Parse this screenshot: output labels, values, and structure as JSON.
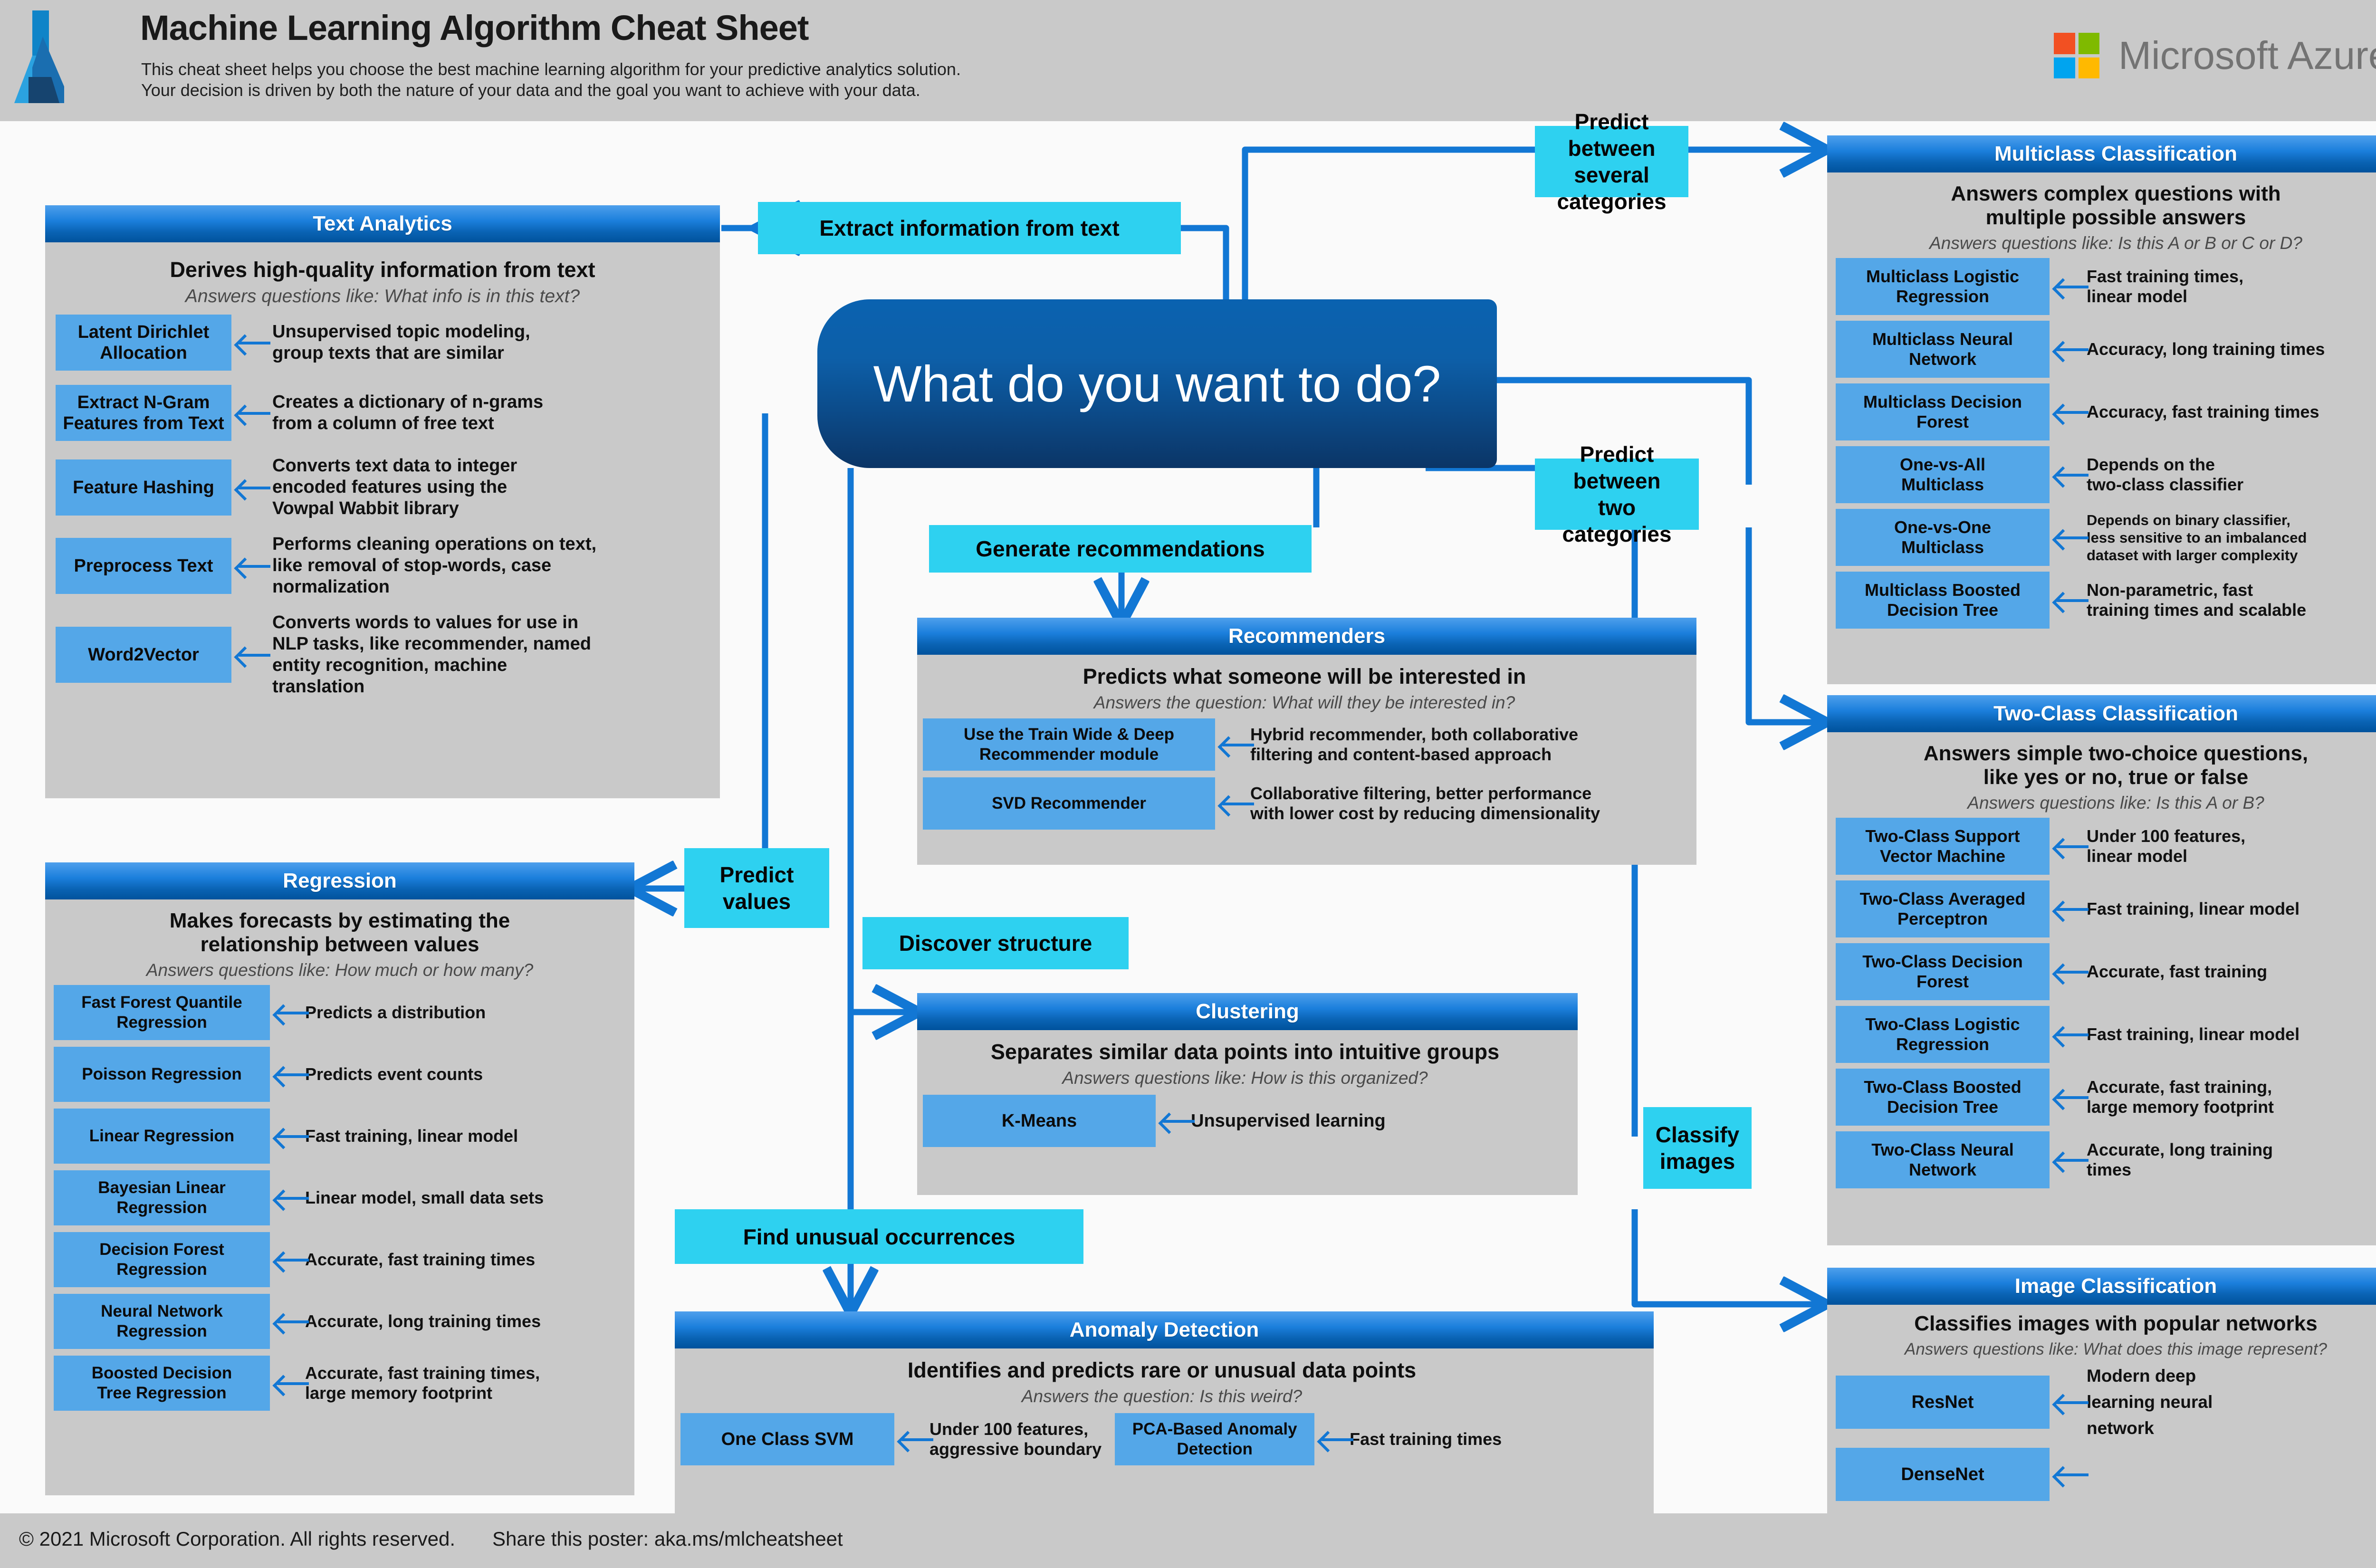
{
  "header": {
    "title": "Machine Learning Algorithm Cheat Sheet",
    "subtitle_line1": "This cheat sheet helps you choose the best machine learning algorithm for your predictive analytics solution.",
    "subtitle_line2": "Your decision is driven by both the nature of your data and the goal you want to achieve with your data.",
    "brand": "Microsoft Azure",
    "logo_icon": "azure-logo-icon",
    "ms_logo_icon": "microsoft-squares-icon",
    "ms_colors": {
      "red": "#f25022",
      "green": "#7fba00",
      "blue": "#00a4ef",
      "yellow": "#ffb900"
    }
  },
  "footer": {
    "copyright": "© 2021 Microsoft Corporation. All rights reserved.",
    "share": "Share this poster: aka.ms/mlcheatsheet"
  },
  "center": {
    "question": "What do you want to do?"
  },
  "decision_labels": {
    "extract_text": "Extract information from text",
    "several_categories": "Predict between\nseveral categories",
    "two_categories": "Predict between\ntwo categories",
    "classify_images": "Classify\nimages",
    "generate_recommendations": "Generate recommendations",
    "predict_values": "Predict\nvalues",
    "discover_structure": "Discover structure",
    "find_unusual": "Find unusual occurrences"
  },
  "colors": {
    "panel_header_top": "#4ea0ec",
    "panel_header_bottom": "#00529c",
    "panel_body": "#c9c9c9",
    "chip": "#54a7e8",
    "cyan_label": "#2ed1f0",
    "connector": "#1277d4",
    "page_bg": "#fafafa",
    "band_bg": "#c9c9c9"
  },
  "panels": {
    "text_analytics": {
      "title": "Text Analytics",
      "description": "Derives high-quality information from text",
      "question": "Answers questions like: What info is in this text?",
      "algorithms": [
        {
          "name": "Latent Dirichlet\nAllocation",
          "note": "Unsupervised topic modeling,\ngroup texts that are similar"
        },
        {
          "name": "Extract N-Gram\nFeatures from Text",
          "note": "Creates a dictionary of n-grams\nfrom a column of free text"
        },
        {
          "name": "Feature Hashing",
          "note": "Converts text data to integer\nencoded features using the\nVowpal Wabbit library"
        },
        {
          "name": "Preprocess Text",
          "note": "Performs cleaning operations on text,\nlike removal of stop-words, case\nnormalization"
        },
        {
          "name": "Word2Vector",
          "note": "Converts words to values for use in\nNLP tasks, like recommender, named\nentity recognition, machine\ntranslation"
        }
      ]
    },
    "multiclass_classification": {
      "title": "Multiclass Classification",
      "description": "Answers complex questions with\nmultiple possible answers",
      "question": "Answers questions like: Is this A or B or C or D?",
      "algorithms": [
        {
          "name": "Multiclass Logistic\nRegression",
          "note": "Fast training times,\nlinear model"
        },
        {
          "name": "Multiclass Neural\nNetwork",
          "note": "Accuracy, long training times"
        },
        {
          "name": "Multiclass Decision\nForest",
          "note": "Accuracy, fast training times"
        },
        {
          "name": "One-vs-All\nMulticlass",
          "note": "Depends on the\ntwo-class classifier"
        },
        {
          "name": "One-vs-One\nMulticlass",
          "note": "Depends on binary classifier,\nless sensitive to an imbalanced\ndataset with larger complexity"
        },
        {
          "name": "Multiclass Boosted\nDecision Tree",
          "note": "Non-parametric, fast\ntraining times and scalable"
        }
      ]
    },
    "two_class_classification": {
      "title": "Two-Class Classification",
      "description": "Answers simple two-choice questions,\nlike yes or no, true or false",
      "question": "Answers questions like: Is this A or B?",
      "algorithms": [
        {
          "name": "Two-Class Support\nVector Machine",
          "note": "Under 100 features,\nlinear model"
        },
        {
          "name": "Two-Class Averaged\nPerceptron",
          "note": "Fast training, linear model"
        },
        {
          "name": "Two-Class Decision\nForest",
          "note": "Accurate, fast training"
        },
        {
          "name": "Two-Class Logistic\nRegression",
          "note": "Fast training, linear model"
        },
        {
          "name": "Two-Class Boosted\nDecision Tree",
          "note": "Accurate, fast training,\nlarge memory footprint"
        },
        {
          "name": "Two-Class Neural\nNetwork",
          "note": "Accurate, long training\ntimes"
        }
      ]
    },
    "image_classification": {
      "title": "Image Classification",
      "description": "Classifies images with popular networks",
      "question": "Answers questions like: What does this image represent?",
      "algorithms": [
        {
          "name": "ResNet",
          "note": "Modern deep\nlearning neural\nnetwork"
        },
        {
          "name": "DenseNet",
          "note": ""
        }
      ],
      "shared_note": "Modern deep\nlearning neural\nnetwork"
    },
    "regression": {
      "title": "Regression",
      "description": "Makes forecasts by estimating the\nrelationship between values",
      "question": "Answers questions like: How much or how many?",
      "algorithms": [
        {
          "name": "Fast Forest Quantile\nRegression",
          "note": "Predicts a distribution"
        },
        {
          "name": "Poisson Regression",
          "note": "Predicts event counts"
        },
        {
          "name": "Linear Regression",
          "note": "Fast training, linear model"
        },
        {
          "name": "Bayesian Linear\nRegression",
          "note": "Linear model, small data sets"
        },
        {
          "name": "Decision Forest\nRegression",
          "note": "Accurate, fast training times"
        },
        {
          "name": "Neural Network\nRegression",
          "note": "Accurate, long training times"
        },
        {
          "name": "Boosted Decision\nTree Regression",
          "note": "Accurate, fast training times,\nlarge memory footprint"
        }
      ]
    },
    "recommenders": {
      "title": "Recommenders",
      "description": "Predicts what someone will be interested in",
      "question": "Answers the question: What will they be interested in?",
      "algorithms": [
        {
          "name": "Use the Train Wide & Deep\nRecommender module",
          "note": "Hybrid recommender, both collaborative\nfiltering and content-based approach"
        },
        {
          "name": "SVD Recommender",
          "note": "Collaborative filtering, better performance\nwith lower cost by reducing dimensionality"
        }
      ]
    },
    "clustering": {
      "title": "Clustering",
      "description": "Separates similar data points into intuitive groups",
      "question": "Answers questions like: How is this organized?",
      "algorithms": [
        {
          "name": "K-Means",
          "note": "Unsupervised learning"
        }
      ]
    },
    "anomaly_detection": {
      "title": "Anomaly Detection",
      "description": "Identifies and predicts rare or unusual data points",
      "question": "Answers the question: Is this weird?",
      "algorithms": [
        {
          "name": "One Class SVM",
          "note": "Under 100 features,\naggressive boundary"
        },
        {
          "name": "PCA-Based Anomaly\nDetection",
          "note": "Fast training times"
        }
      ]
    }
  }
}
